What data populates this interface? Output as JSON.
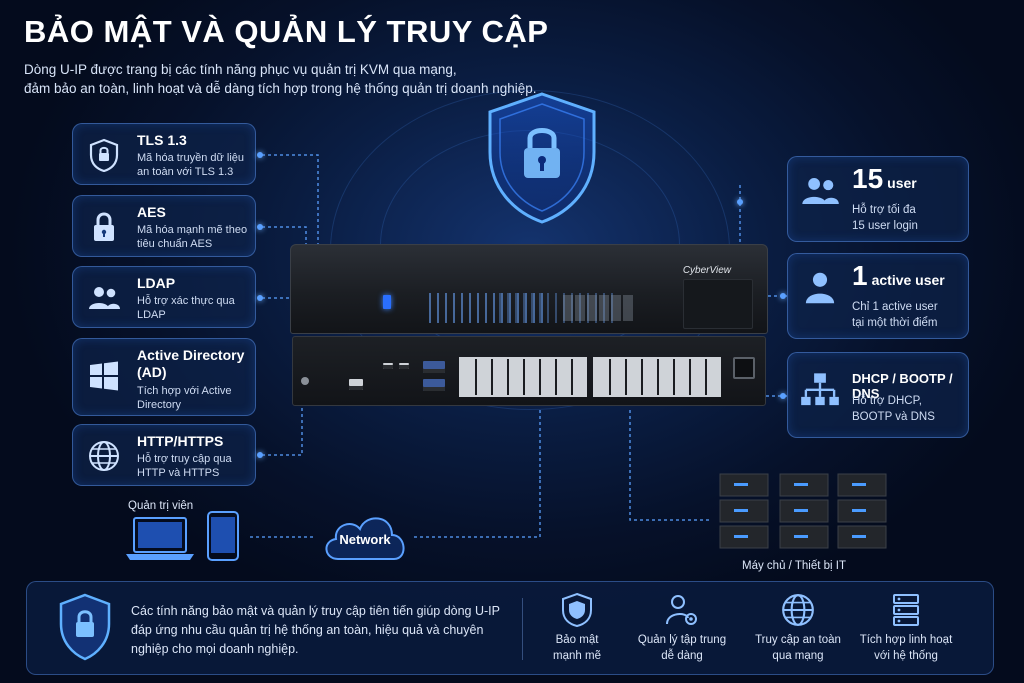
{
  "header": {
    "title": "BẢO MẬT VÀ QUẢN LÝ TRUY CẬP",
    "subtitle_line1": "Dòng U-IP được trang bị các tính năng phục vụ quản trị KVM qua mạng,",
    "subtitle_line2": "đảm bảo an toàn, linh hoạt và dễ dàng tích hợp trong hệ thống quản trị doanh nghiệp."
  },
  "left_features": [
    {
      "title": "TLS 1.3",
      "desc": "Mã hóa truyền dữ liệu an toàn với TLS 1.3",
      "icon": "shield-lock-icon"
    },
    {
      "title": "AES",
      "desc": "Mã hóa mạnh mẽ theo tiêu chuẩn AES",
      "icon": "padlock-icon"
    },
    {
      "title": "LDAP",
      "desc": "Hỗ trợ xác thực qua LDAP",
      "icon": "users-icon"
    },
    {
      "title": "Active Directory (AD)",
      "desc": "Tích hợp với Active Directory",
      "icon": "windows-icon"
    },
    {
      "title": "HTTP/HTTPS",
      "desc": "Hỗ trợ truy cập qua HTTP và HTTPS",
      "icon": "globe-icon"
    }
  ],
  "right_features": [
    {
      "big": "15",
      "unit": "user",
      "desc1": "Hỗ trợ tối đa",
      "desc2": "15 user login",
      "icon": "users-icon"
    },
    {
      "big": "1",
      "unit": "active user",
      "desc1": "Chỉ 1 active user",
      "desc2": "tại một thời điểm",
      "icon": "user-icon"
    },
    {
      "title": "DHCP / BOOTP / DNS",
      "desc1": "Hỗ trợ DHCP,",
      "desc2": "BOOTP và DNS",
      "icon": "network-tree-icon"
    }
  ],
  "device": {
    "brand": "CyberView"
  },
  "diagram": {
    "admin_label": "Quản trị viên",
    "network_label": "Network",
    "servers_label": "Máy chủ / Thiết bị IT"
  },
  "bottom": {
    "summary": "Các tính năng bảo mật và quản lý truy cập tiên tiến giúp dòng U-IP đáp ứng nhu cầu quản trị hệ thống an toàn, hiệu quả và chuyên nghiệp cho mọi doanh nghiệp.",
    "features": [
      {
        "line1": "Bảo mật",
        "line2": "mạnh mẽ",
        "icon": "shield-icon"
      },
      {
        "line1": "Quản lý tập trung",
        "line2": "dễ dàng",
        "icon": "user-gear-icon"
      },
      {
        "line1": "Truy cập an toàn",
        "line2": "qua mạng",
        "icon": "globe-icon"
      },
      {
        "line1": "Tích hợp linh hoạt",
        "line2": "với hệ thống",
        "icon": "server-rack-icon"
      }
    ]
  },
  "colors": {
    "accent": "#4a9bff",
    "background": "#06112a",
    "card_border": "#568ce6"
  }
}
